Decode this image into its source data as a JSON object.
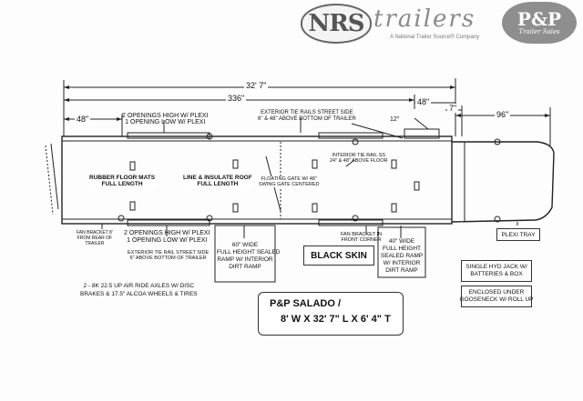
{
  "header": {
    "brand": "NRS",
    "brand_word": "trailers",
    "tagline": "A National Trailer Source® Company",
    "dealer_logo_main": "P&P",
    "dealer_logo_sub": "Trailer Sales"
  },
  "dimensions": {
    "overall": "32' 7\"",
    "body": "336\"",
    "front_48": "48\"",
    "gooseneck_7": "7\"",
    "rear_48": "48\"",
    "neck_96": "96\"",
    "rear_12": "12\""
  },
  "callouts": {
    "openings_top": [
      "2 OPENINGS HIGH W/ PLEXI",
      "1 OPENING LOW W/ PLEXI"
    ],
    "tie_rails_street": [
      "EXTERIOR TIE RAILS STREET SIDE",
      "6\" & 48\" ABOVE BOTTOM OF TRAILER"
    ],
    "rubber_mats": [
      "RUBBER FLOOR MATS",
      "FULL LENGTH"
    ],
    "insulate_roof": [
      "LINE & INSULATE ROOF",
      "FULL LENGTH"
    ],
    "floating_gate": [
      "FLOATING GATE W/ 48\"",
      "SWING GATE CENTERED"
    ],
    "interior_tie_rail": [
      "INTERIOR TIE RAIL SS",
      "24\" & 48\" ABOVE FLOOR"
    ],
    "fan_bracket_rear": [
      "FAN BRACKET 8'",
      "FROM REAR OF",
      "TRAILER"
    ],
    "openings_bottom": [
      "2 OPENINGS HIGH W/ PLEXI",
      "1 OPENING LOW W/ PLEXI"
    ],
    "tie_rails_curb": [
      "EXTERIOR TIE RAIL STREET SIDE",
      "6\" ABOVE BOTTOM OF TRAILER"
    ],
    "ramp_60": [
      "60\" WIDE",
      "FULL HEIGHT SEALED",
      "RAMP W/ INTERIOR",
      "DIRT RAMP"
    ],
    "fan_bracket_front": [
      "FAN BRACKET IN",
      "FRONT CORNER"
    ],
    "ramp_40": [
      "40\" WIDE",
      "FULL HEIGHT",
      "SEALED RAMP",
      "W/ INTERIOR",
      "DIRT RAMP"
    ],
    "black_skin": "BLACK SKIN",
    "plexi_tray": "PLEXI TRAY",
    "axles": [
      "2 - 8K 22.5 UP AIR RIDE AXLES W/ DISC",
      "BRAKES & 17.5\" ALCOA WHEELS & TIRES"
    ],
    "jack": [
      "SINGLE HYD JACK W/",
      "BATTERIES & BOX"
    ],
    "enclosed_under": [
      "ENCLOSED UNDER",
      "GOOSENECK W/ ROLL UP"
    ]
  },
  "title_box": {
    "line1": "P&P SALADO /",
    "line2": "8' W X 32' 7\" L X 6' 4\" T"
  }
}
